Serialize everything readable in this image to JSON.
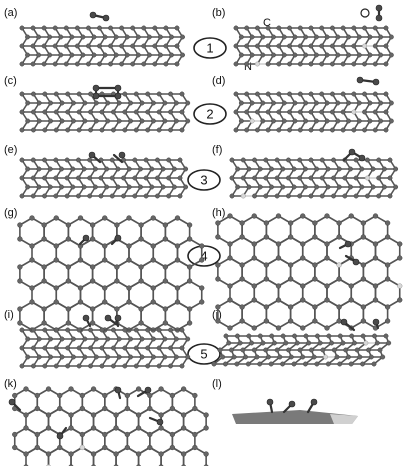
{
  "panels": [
    {
      "id": "a",
      "label": "(a)"
    },
    {
      "id": "b",
      "label": "(b)"
    },
    {
      "id": "c",
      "label": "(c)"
    },
    {
      "id": "d",
      "label": "(d)"
    },
    {
      "id": "e",
      "label": "(e)"
    },
    {
      "id": "f",
      "label": "(f)"
    },
    {
      "id": "g",
      "label": "(g)"
    },
    {
      "id": "h",
      "label": "(h)"
    },
    {
      "id": "i",
      "label": "(i)"
    },
    {
      "id": "j",
      "label": "(j)"
    },
    {
      "id": "k",
      "label": "(k)"
    },
    {
      "id": "l",
      "label": "(l)"
    }
  ],
  "steps": [
    "1",
    "2",
    "3",
    "4",
    "5"
  ],
  "atom_labels": {
    "carbon": "C",
    "nitrogen": "N",
    "oxygen": "O"
  },
  "colors": {
    "carbon": "#666666",
    "nitrogen": "#d8d8d8",
    "oxygen": "#3a3a3a"
  }
}
